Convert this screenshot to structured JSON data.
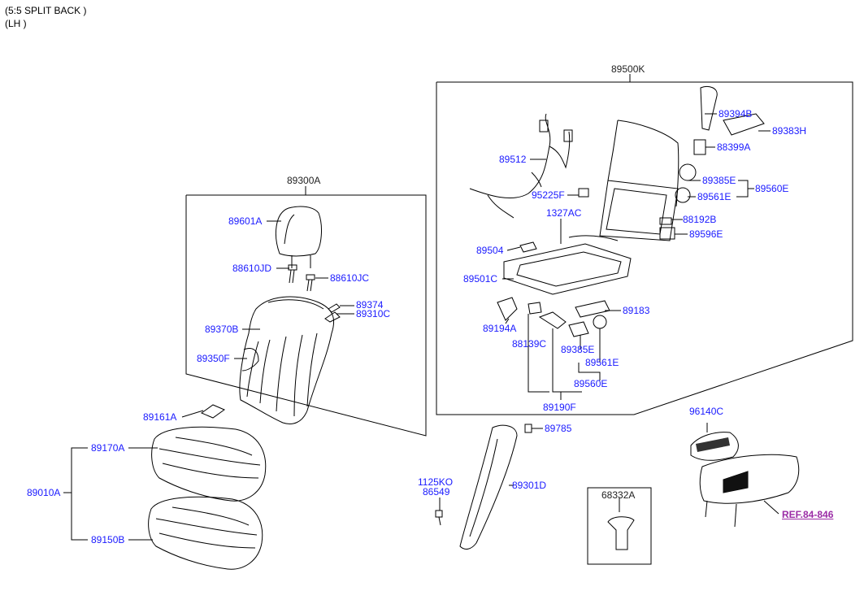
{
  "header": {
    "line1": "(5:5 SPLIT BACK )",
    "line2": "(LH )"
  },
  "groups": {
    "seatback_assy": "89300A",
    "frame_assy": "89500K",
    "clip_box": "68332A"
  },
  "parts": {
    "p89601A": "89601A",
    "p88610JD": "88610JD",
    "p88610JC": "88610JC",
    "p89374": "89374",
    "p89310C": "89310C",
    "p89370B": "89370B",
    "p89350F": "89350F",
    "p89161A": "89161A",
    "p89170A": "89170A",
    "p89010A": "89010A",
    "p89150B": "89150B",
    "p89394B": "89394B",
    "p89383H": "89383H",
    "p88399A": "88399A",
    "p89512": "89512",
    "p89385E_top": "89385E",
    "p89560E_top": "89560E",
    "p89561E_top": "89561E",
    "p95225F": "95225F",
    "p1327AC": "1327AC",
    "p88192B": "88192B",
    "p89596E": "89596E",
    "p89504": "89504",
    "p89501C": "89501C",
    "p89183": "89183",
    "p89194A": "89194A",
    "p88139C": "88139C",
    "p89385E_bot": "89385E",
    "p89561E_bot": "89561E",
    "p89560E_bot": "89560E",
    "p89190F": "89190F",
    "p96140C": "96140C",
    "p89785": "89785",
    "p1125KO": "1125KO",
    "p86549": "86549",
    "p89301D": "89301D"
  },
  "reference": {
    "label": "REF.84-846"
  },
  "colors": {
    "part_label": "#1a1aff",
    "reference_link": "#9b2ca6",
    "line": "#000000"
  }
}
